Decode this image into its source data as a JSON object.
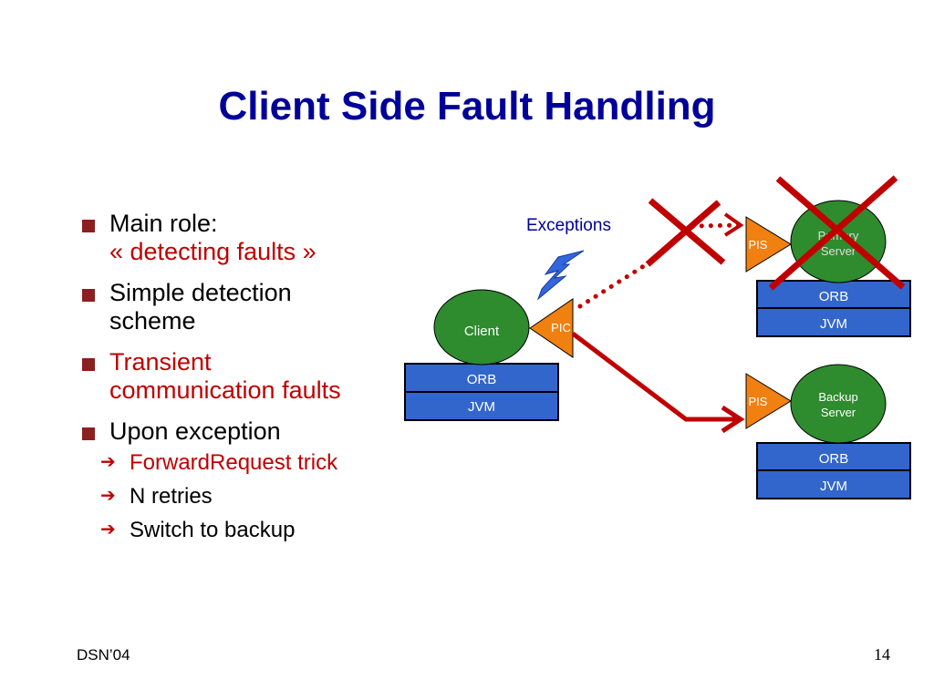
{
  "title": "Client Side Fault Handling",
  "bullets": [
    {
      "line1": "Main role:",
      "line2": "« detecting faults »"
    },
    {
      "line1": "Simple detection",
      "line2": "scheme"
    },
    {
      "line1": "Transient",
      "line2": "communication faults"
    },
    {
      "line1": "Upon exception",
      "sub": [
        "ForwardRequest trick",
        "N retries",
        "Switch to backup"
      ]
    }
  ],
  "diagram": {
    "exceptions_label": "Exceptions",
    "client": {
      "label": "Client",
      "interceptor": "PIC",
      "orb": "ORB",
      "jvm": "JVM"
    },
    "primary": {
      "label_line1": "Primary",
      "label_line2": "Server",
      "interceptor": "PIS",
      "orb": "ORB",
      "jvm": "JVM",
      "failed": true
    },
    "backup": {
      "label_line1": "Backup",
      "label_line2": "Server",
      "interceptor": "PIS",
      "orb": "ORB",
      "jvm": "JVM"
    },
    "colors": {
      "title": "#000099",
      "node": "#2e8b2e",
      "interceptor": "#f08010",
      "stack": "#3366cc",
      "fault": "#c00000"
    }
  },
  "footer": {
    "left": "DSN’04",
    "page": "14"
  }
}
